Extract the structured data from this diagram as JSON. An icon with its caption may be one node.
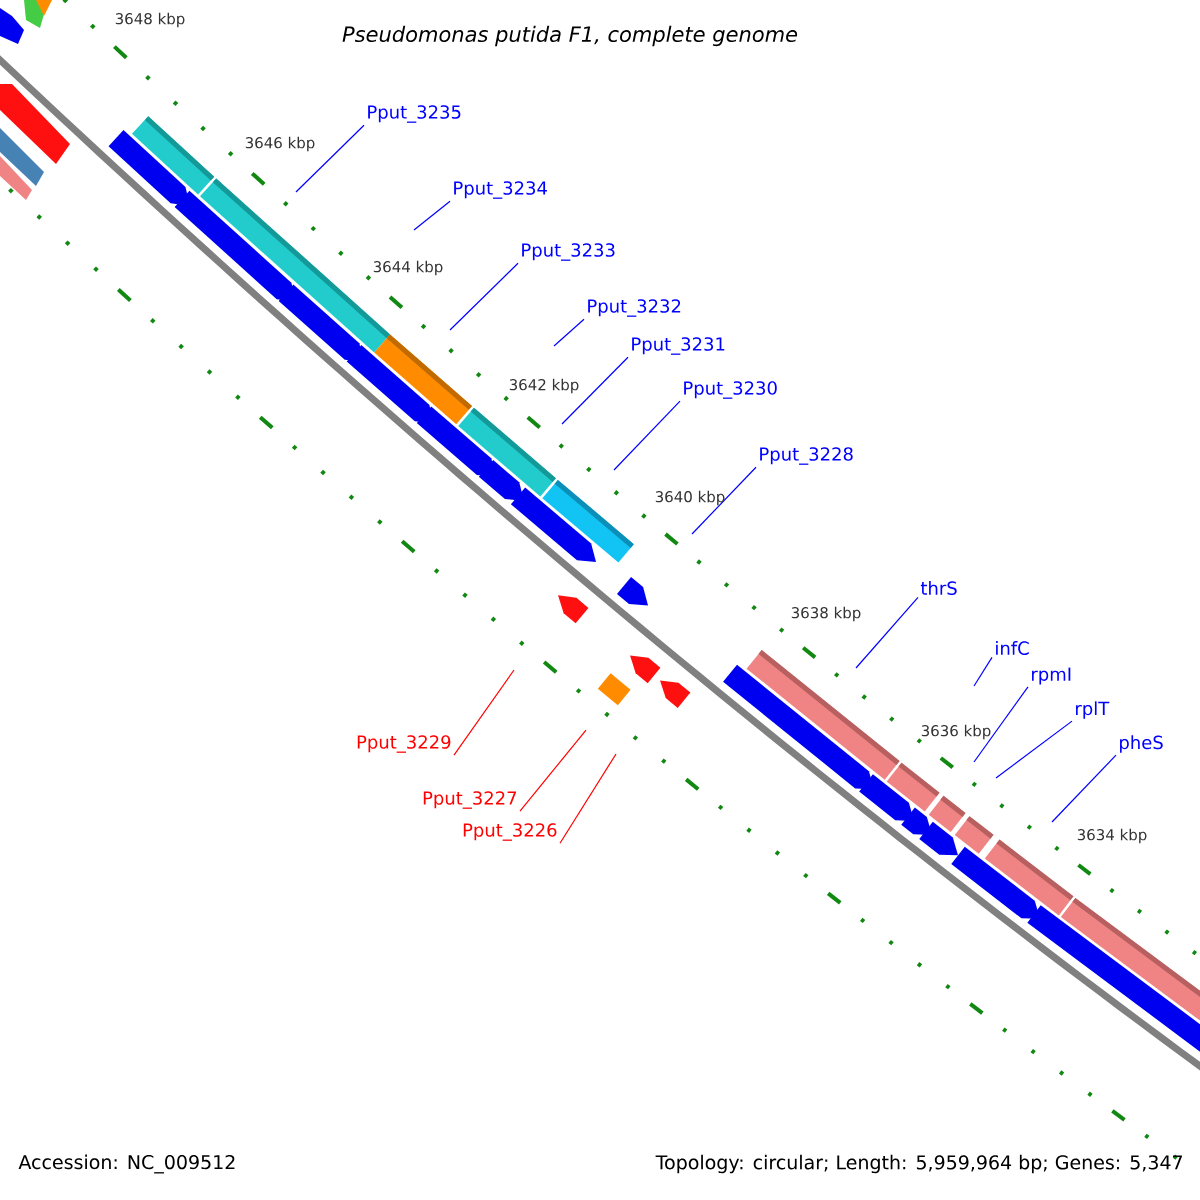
{
  "diagram": {
    "title": "Pseudomonas putida F1, complete genome",
    "nodes": [
      {
        "text": [
          "Pput_3235"
        ]
      },
      {
        "text": [
          "Pput_3234"
        ]
      },
      {
        "text": [
          "Pput_3233"
        ]
      },
      {
        "text": [
          "Pput_3232"
        ]
      },
      {
        "text": [
          "Pput_3231"
        ]
      },
      {
        "text": [
          "Pput_3230"
        ]
      },
      {
        "text": [
          "Pput_3228"
        ]
      },
      {
        "text": [
          "thrS"
        ]
      },
      {
        "text": [
          "infC"
        ]
      },
      {
        "text": [
          "rpmI"
        ]
      },
      {
        "text": [
          "rplT"
        ]
      },
      {
        "text": [
          "pheS"
        ]
      },
      {
        "text": [
          "Pput_3229"
        ]
      },
      {
        "text": [
          "Pput_3227"
        ]
      },
      {
        "text": [
          "Pput_3226"
        ]
      }
    ],
    "edges": [
      {
        "from": 0,
        "to": null,
        "arrow": "none"
      },
      {
        "from": 1,
        "to": null,
        "arrow": "none"
      },
      {
        "from": 2,
        "to": null,
        "arrow": "none"
      },
      {
        "from": 3,
        "to": null,
        "arrow": "none"
      },
      {
        "from": 4,
        "to": null,
        "arrow": "none"
      },
      {
        "from": 5,
        "to": null,
        "arrow": "none"
      },
      {
        "from": 6,
        "to": null,
        "arrow": "none"
      },
      {
        "from": 7,
        "to": null,
        "arrow": "none"
      },
      {
        "from": 8,
        "to": null,
        "arrow": "none"
      },
      {
        "from": 9,
        "to": null,
        "arrow": "none"
      },
      {
        "from": 10,
        "to": null,
        "arrow": "none"
      },
      {
        "from": 11,
        "to": null,
        "arrow": "none"
      },
      {
        "from": 12,
        "to": null,
        "arrow": "none",
        "color": "#ff0000"
      },
      {
        "from": 13,
        "to": null,
        "arrow": "none",
        "color": "#ff0000"
      },
      {
        "from": 14,
        "to": null,
        "arrow": "none",
        "color": "#ff0000"
      }
    ],
    "labels": [
      "3648 kbp",
      "3646 kbp",
      "3644 kbp",
      "3642 kbp",
      "3640 kbp",
      "3638 kbp",
      "3636 kbp",
      "3634 kbp",
      "Accession: NC_009512",
      "Topology: circular; Length: 5,959,964 bp; Genes: 5,347"
    ]
  }
}
